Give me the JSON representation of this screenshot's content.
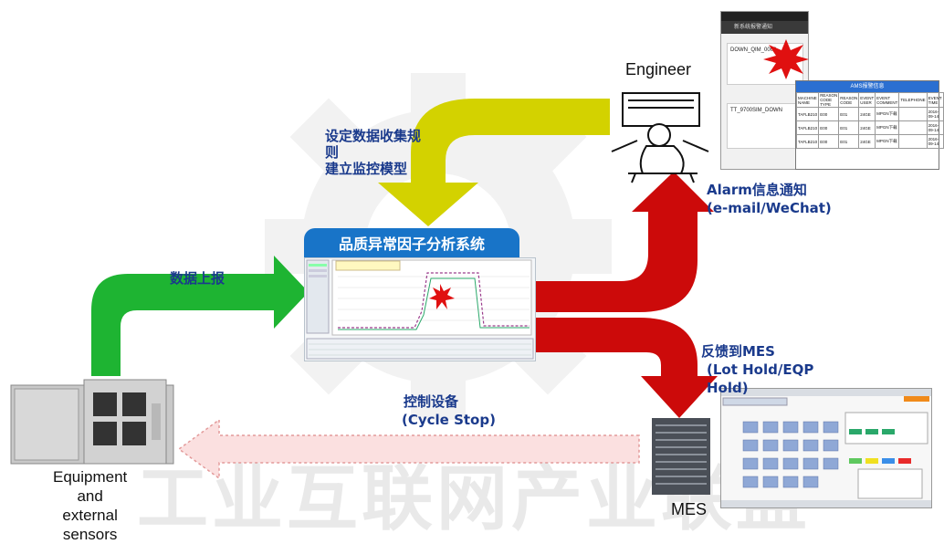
{
  "watermark": "工业互联网产业联盟",
  "system_title": "品质异常因子分析系统",
  "labels": {
    "rule_setup_line1": "设定数据收集规",
    "rule_setup_line2": "则",
    "rule_setup_line3": "建立监控模型",
    "data_report": "数据上报",
    "engineer": "Engineer",
    "alarm_line1": "Alarm信息通知",
    "alarm_line2": "(e-mail/WeChat)",
    "feedback_line1": "反馈到MES",
    "feedback_line2": "(Lot Hold/EQP",
    "feedback_line3": "Hold)",
    "control_line1": "控制设备",
    "control_line2": "(Cycle Stop)",
    "mes": "MES",
    "equipment_line1": "Equipment",
    "equipment_line2": "and",
    "equipment_line3": "external",
    "equipment_line4": "sensors"
  },
  "phone": {
    "header": "新系统报警通知",
    "msg1": "DOWN_QIM_0008",
    "msg2": "TT_9700SIM_DOWN"
  },
  "ams_table": {
    "title": "AMS报警信息",
    "headers": [
      "MACHINE NAME",
      "REASON CODE TYPE",
      "REASON CODE",
      "EVENT USER",
      "EVENT COMMENT",
      "TELEPHONE",
      "EVENT TIME"
    ],
    "rows": [
      [
        "TAFLB210",
        "E00",
        "E01",
        "24GE",
        "MPGN下载",
        "",
        "2016-09-14"
      ],
      [
        "TAFLB210",
        "E00",
        "E01",
        "24GE",
        "MPGN下载",
        "",
        "2016-09-14"
      ],
      [
        "TAFLB210",
        "E00",
        "E01",
        "24GE",
        "MPGN下载",
        "",
        "2016-09-14"
      ]
    ]
  },
  "colors": {
    "green_arrow": "#1eb432",
    "yellow_arrow": "#d3d200",
    "red_arrow": "#cc0a0a",
    "dotted_arrow": "#f7c6c6",
    "panel_blue": "#1874c8",
    "text_blue": "#1a3a8c"
  }
}
